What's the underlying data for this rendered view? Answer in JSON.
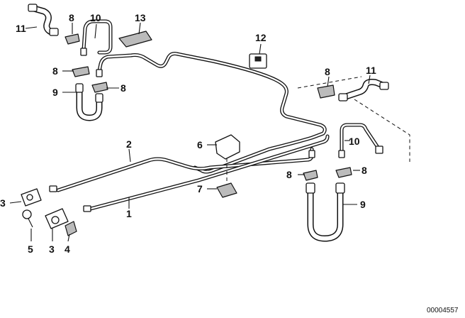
{
  "callouts": {
    "c1": "1",
    "c2": "2",
    "c3a": "3",
    "c3b": "3",
    "c4": "4",
    "c5": "5",
    "c6": "6",
    "c7": "7",
    "c8a": "8",
    "c8b": "8",
    "c8c": "8",
    "c8d": "8",
    "c8e": "8",
    "c8f": "8",
    "c9a": "9",
    "c9b": "9",
    "c10a": "10",
    "c10b": "10",
    "c11a": "11",
    "c11b": "11",
    "c12": "12",
    "c13": "13"
  },
  "document_number": "00004557",
  "icons": {
    "hose": "brake-hose-icon",
    "clip": "retaining-clip-icon",
    "connector": "t-connector-icon",
    "screw": "screw-icon",
    "holder": "pipe-holder-icon"
  }
}
